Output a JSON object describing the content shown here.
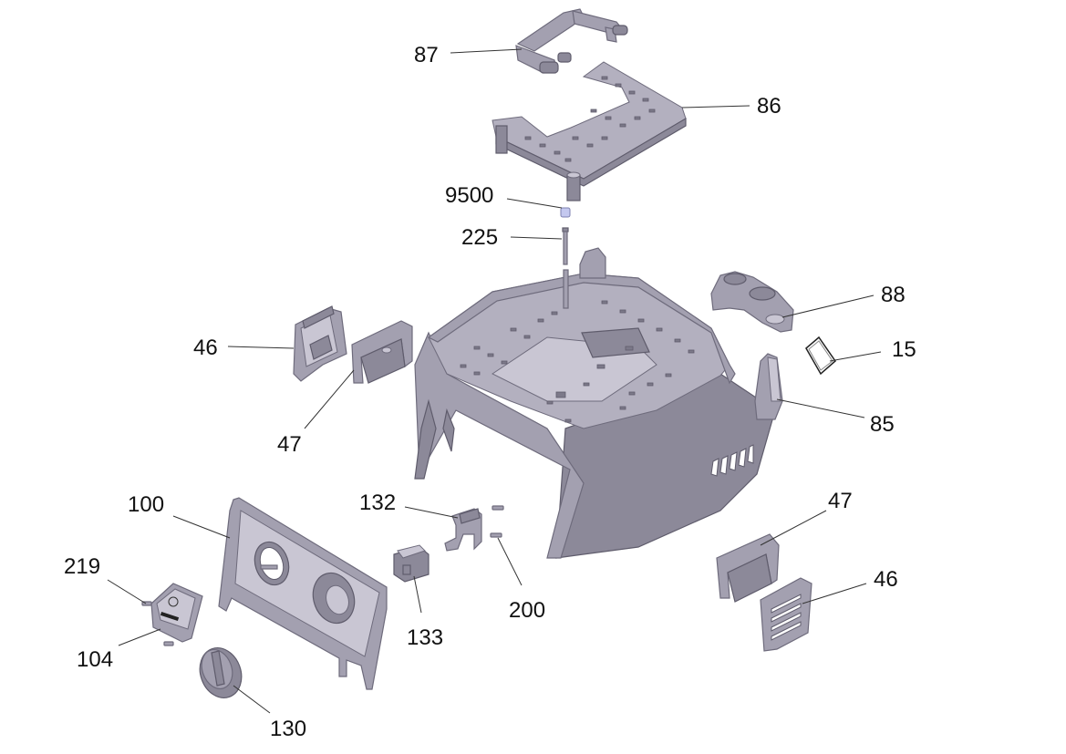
{
  "callouts": [
    {
      "id": "87",
      "text": "87"
    },
    {
      "id": "86",
      "text": "86"
    },
    {
      "id": "9500",
      "text": "9500"
    },
    {
      "id": "225",
      "text": "225"
    },
    {
      "id": "88",
      "text": "88"
    },
    {
      "id": "15",
      "text": "15"
    },
    {
      "id": "85",
      "text": "85"
    },
    {
      "id": "46-left",
      "text": "46"
    },
    {
      "id": "47-left",
      "text": "47"
    },
    {
      "id": "100",
      "text": "100"
    },
    {
      "id": "132",
      "text": "132"
    },
    {
      "id": "47-right",
      "text": "47"
    },
    {
      "id": "46-right",
      "text": "46"
    },
    {
      "id": "219",
      "text": "219"
    },
    {
      "id": "200",
      "text": "200"
    },
    {
      "id": "133",
      "text": "133"
    },
    {
      "id": "104",
      "text": "104"
    },
    {
      "id": "130",
      "text": "130"
    }
  ]
}
